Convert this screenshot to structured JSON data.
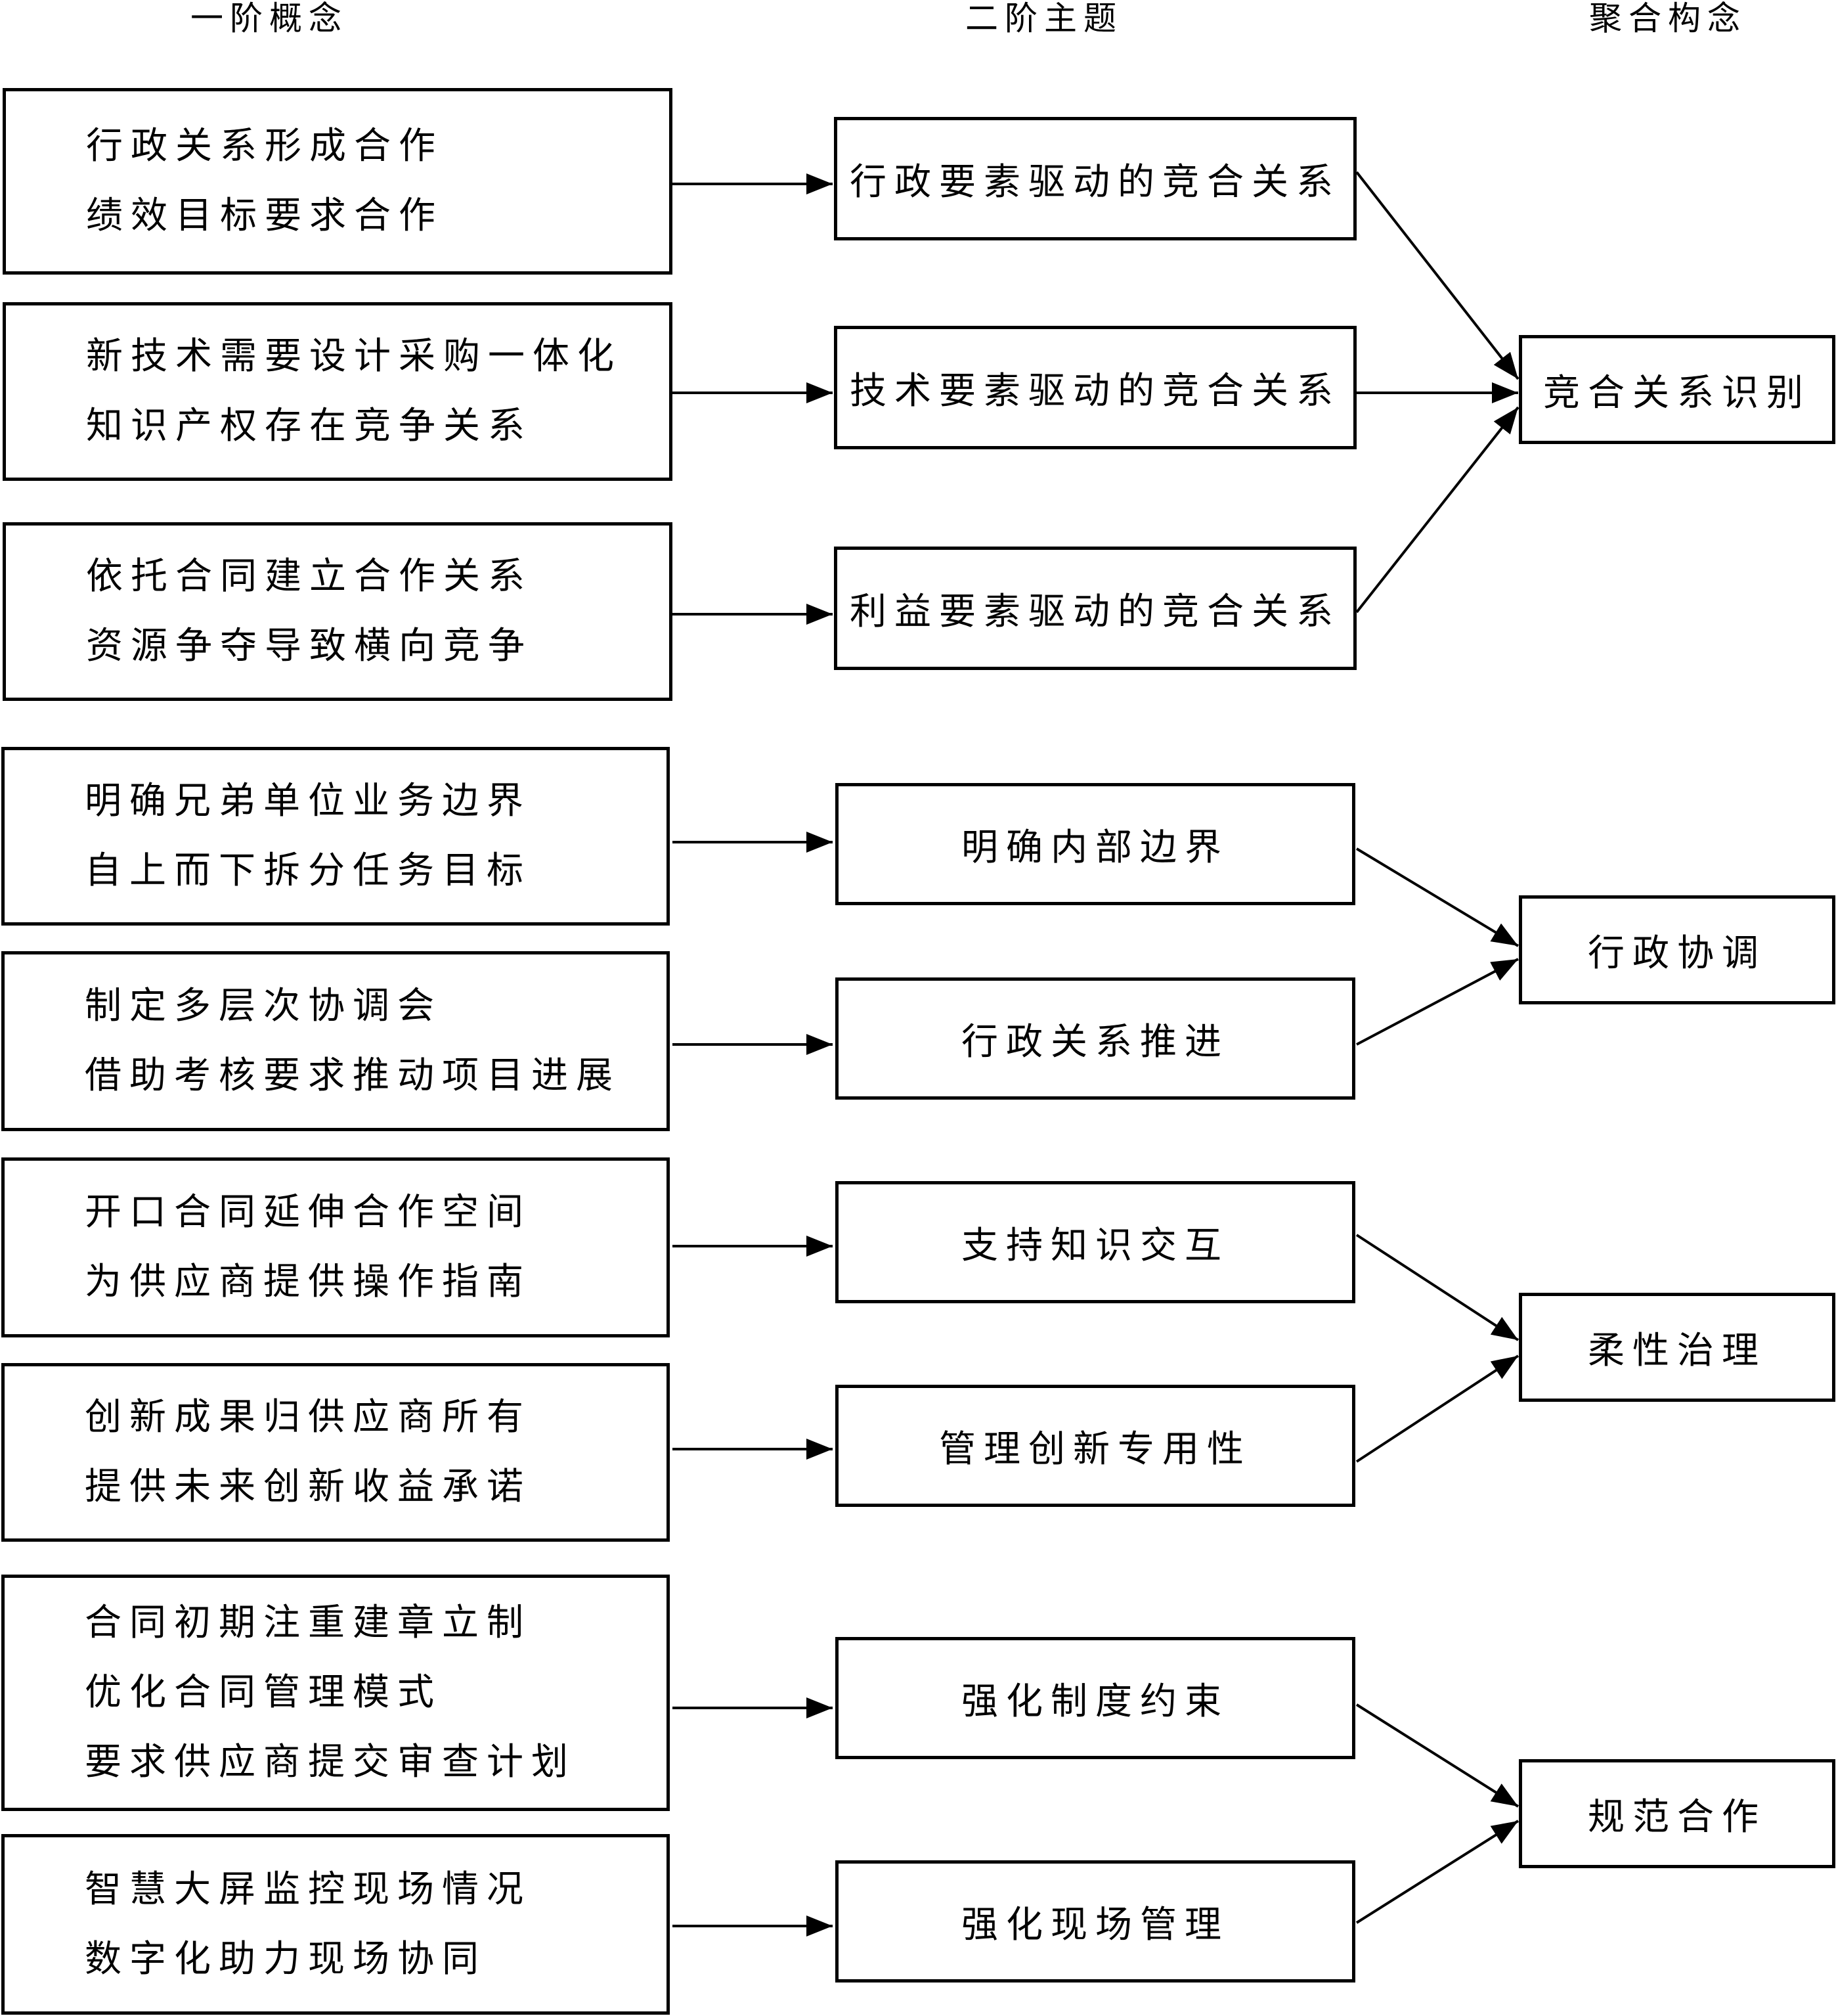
{
  "headers": {
    "first_order": "一阶概念",
    "second_order": "二阶主题",
    "aggregate": "聚合构念"
  },
  "concepts": [
    [
      "行政关系形成合作",
      "绩效目标要求合作"
    ],
    [
      "新技术需要设计采购一体化",
      "知识产权存在竞争关系"
    ],
    [
      "依托合同建立合作关系",
      "资源争夺导致横向竞争"
    ],
    [
      "明确兄弟单位业务边界",
      "自上而下拆分任务目标"
    ],
    [
      "制定多层次协调会",
      "借助考核要求推动项目进展"
    ],
    [
      "开口合同延伸合作空间",
      "为供应商提供操作指南"
    ],
    [
      "创新成果归供应商所有",
      "提供未来创新收益承诺"
    ],
    [
      "合同初期注重建章立制",
      "优化合同管理模式",
      "要求供应商提交审查计划"
    ],
    [
      "智慧大屏监控现场情况",
      "数字化助力现场协同"
    ]
  ],
  "themes": [
    "行政要素驱动的竞合关系",
    "技术要素驱动的竞合关系",
    "利益要素驱动的竞合关系",
    "明确内部边界",
    "行政关系推进",
    "支持知识交互",
    "管理创新专用性",
    "强化制度约束",
    "强化现场管理"
  ],
  "aggregates": [
    "竞合关系识别",
    "行政协调",
    "柔性治理",
    "规范合作"
  ]
}
